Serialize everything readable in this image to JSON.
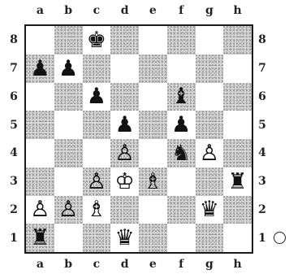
{
  "files": [
    "a",
    "b",
    "c",
    "d",
    "e",
    "f",
    "g",
    "h"
  ],
  "ranks": [
    "8",
    "7",
    "6",
    "5",
    "4",
    "3",
    "2",
    "1"
  ],
  "pieces": [
    {
      "square": "c8",
      "type": "king",
      "color": "black",
      "glyph": "♚"
    },
    {
      "square": "a7",
      "type": "pawn",
      "color": "black",
      "glyph": "♟"
    },
    {
      "square": "b7",
      "type": "pawn",
      "color": "black",
      "glyph": "♟"
    },
    {
      "square": "c6",
      "type": "pawn",
      "color": "black",
      "glyph": "♟"
    },
    {
      "square": "f6",
      "type": "bishop",
      "color": "black",
      "glyph": "♝"
    },
    {
      "square": "d5",
      "type": "pawn",
      "color": "black",
      "glyph": "♟"
    },
    {
      "square": "f5",
      "type": "pawn",
      "color": "black",
      "glyph": "♟"
    },
    {
      "square": "f4",
      "type": "knight",
      "color": "black",
      "glyph": "♞"
    },
    {
      "square": "h3",
      "type": "rook",
      "color": "black",
      "glyph": "♜"
    },
    {
      "square": "g2",
      "type": "queen",
      "color": "black",
      "glyph": "♛"
    },
    {
      "square": "d1",
      "type": "queen",
      "color": "black",
      "glyph": "♛"
    },
    {
      "square": "a1",
      "type": "rook",
      "color": "black",
      "glyph": "♜"
    },
    {
      "square": "g4",
      "type": "pawn",
      "color": "white",
      "glyph": "♙"
    },
    {
      "square": "d4",
      "type": "pawn",
      "color": "white",
      "glyph": "♙"
    },
    {
      "square": "c3",
      "type": "pawn",
      "color": "white",
      "glyph": "♙"
    },
    {
      "square": "d3",
      "type": "king",
      "color": "white",
      "glyph": "♔"
    },
    {
      "square": "e3",
      "type": "bishop",
      "color": "white",
      "glyph": "♗"
    },
    {
      "square": "a2",
      "type": "pawn",
      "color": "white",
      "glyph": "♙"
    },
    {
      "square": "b2",
      "type": "pawn",
      "color": "white",
      "glyph": "♙"
    },
    {
      "square": "c2",
      "type": "bishop",
      "color": "white",
      "glyph": "♗"
    }
  ],
  "side_to_move": "white",
  "colors": {
    "dark_square": "#d9d9d9",
    "light_square": "#ffffff",
    "border": "#1a1a1a"
  }
}
